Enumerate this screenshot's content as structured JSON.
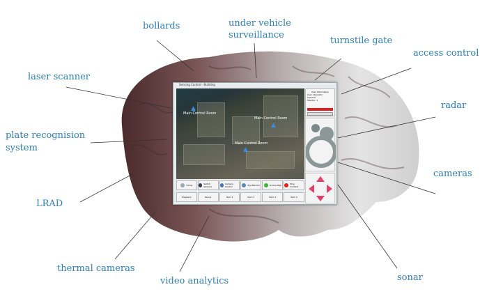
{
  "labels": {
    "bollards": "bollards",
    "under_vehicle_1": "under vehicle",
    "under_vehicle_2": "surveillance",
    "turnstile": "turnstile gate",
    "access": "access control",
    "laser": "laser scanner",
    "radar": "radar",
    "plate_1": "plate recognision",
    "plate_2": "system",
    "cameras": "cameras",
    "lrad": "LRAD",
    "thermal": "thermal cameras",
    "video": "video analytics",
    "sonar": "sonar"
  },
  "window": {
    "title": "Sensing Control - Building",
    "rooms": [
      "Main Control Room",
      "Main Control Room",
      "Main Control Room"
    ],
    "panel": {
      "line1": "User Information",
      "line2": "User: Operator",
      "line3": "Camera:",
      "line4": "Monitor: 1"
    },
    "buttons_top": [
      "Home",
      "Switch Camera",
      "Camera Control",
      "Eye Monitor",
      "Online Map",
      "Stop Incident"
    ],
    "buttons_bottom": [
      "Playback",
      "Item 1",
      "Item 2",
      "Item 3",
      "Item 4",
      "Item 5"
    ],
    "colors": {
      "label": "#2b7fb6",
      "alarm": "#dd2222",
      "arrow": "#e0406a"
    }
  }
}
